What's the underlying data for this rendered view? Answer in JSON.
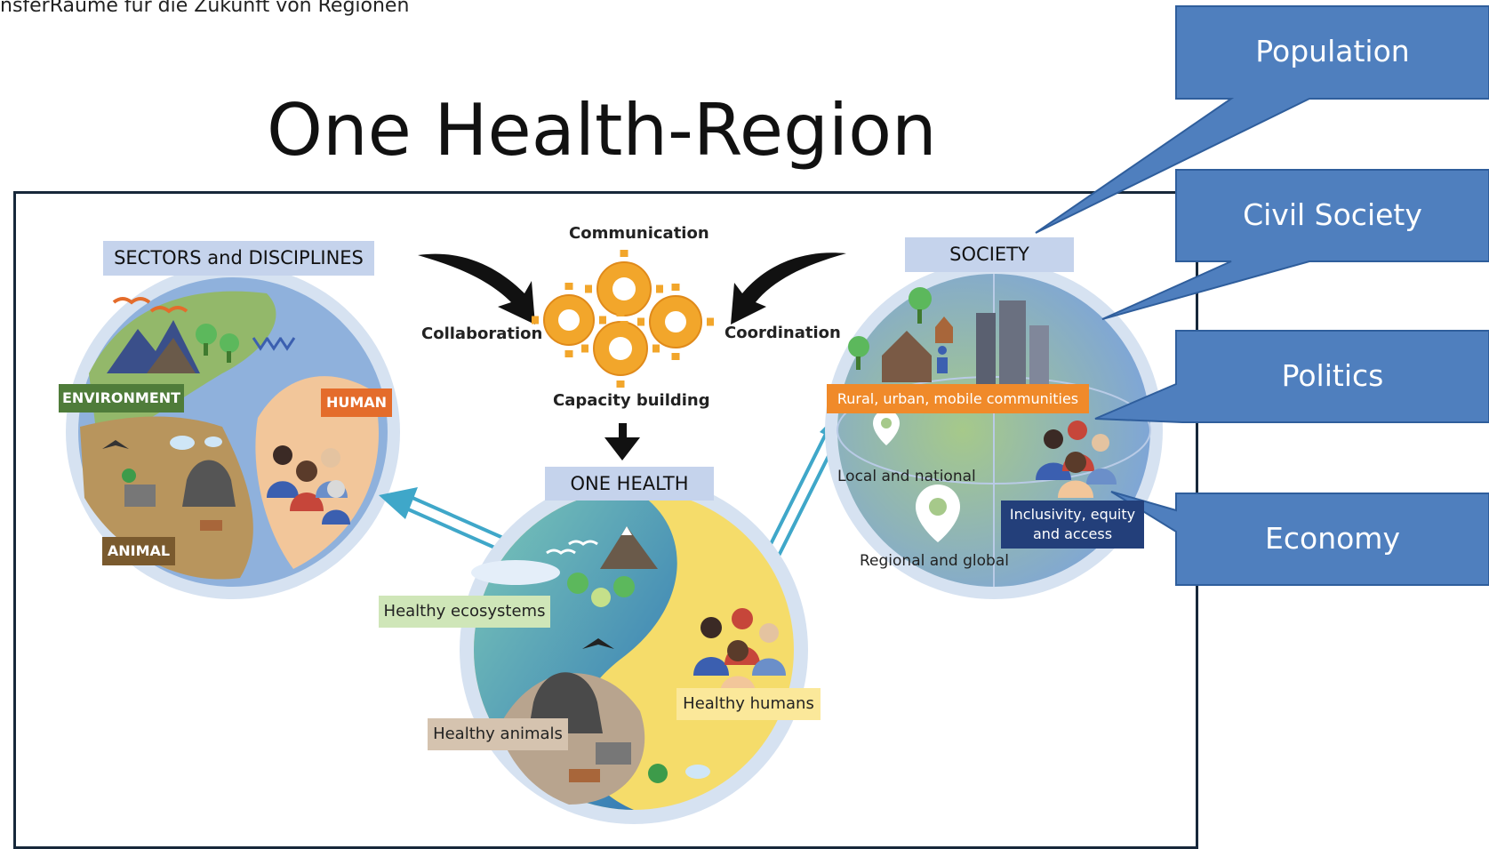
{
  "header": {
    "text": "nsferRäume für die Zukunft von Regionen"
  },
  "slide": {
    "title": "One Health-Region"
  },
  "center": {
    "communication": "Communication",
    "collaboration": "Collaboration",
    "coordination": "Coordination",
    "capacity_building": "Capacity building",
    "one_health": "ONE HEALTH"
  },
  "sectors": {
    "title": "SECTORS and DISCIPLINES",
    "environment": "ENVIRONMENT",
    "human": "HUMAN",
    "animal": "ANIMAL"
  },
  "society": {
    "title": "SOCIETY",
    "communities": "Rural, urban, mobile communities",
    "local": "Local and national",
    "regional": "Regional and global",
    "inclusivity_line1": "Inclusivity, equity",
    "inclusivity_line2": "and access"
  },
  "one_health_labels": {
    "ecosystems": "Healthy ecosystems",
    "humans": "Healthy humans",
    "animals": "Healthy animals"
  },
  "callouts": [
    {
      "label": "Population"
    },
    {
      "label": "Civil Society"
    },
    {
      "label": "Politics"
    },
    {
      "label": "Economy"
    }
  ],
  "colors": {
    "callout_fill": "#4f7fbe",
    "callout_border": "#2f5e9c",
    "label_box": "#c5d3ec",
    "environment_green": "#4f7c3a",
    "human_orange": "#e46c2b",
    "animal_brown": "#7a5a2e",
    "gear_orange": "#f2a62b",
    "arrow_blue": "#3fa7c9",
    "communities_orange": "#f08a2a",
    "inclusivity_navy": "#233f7a"
  }
}
